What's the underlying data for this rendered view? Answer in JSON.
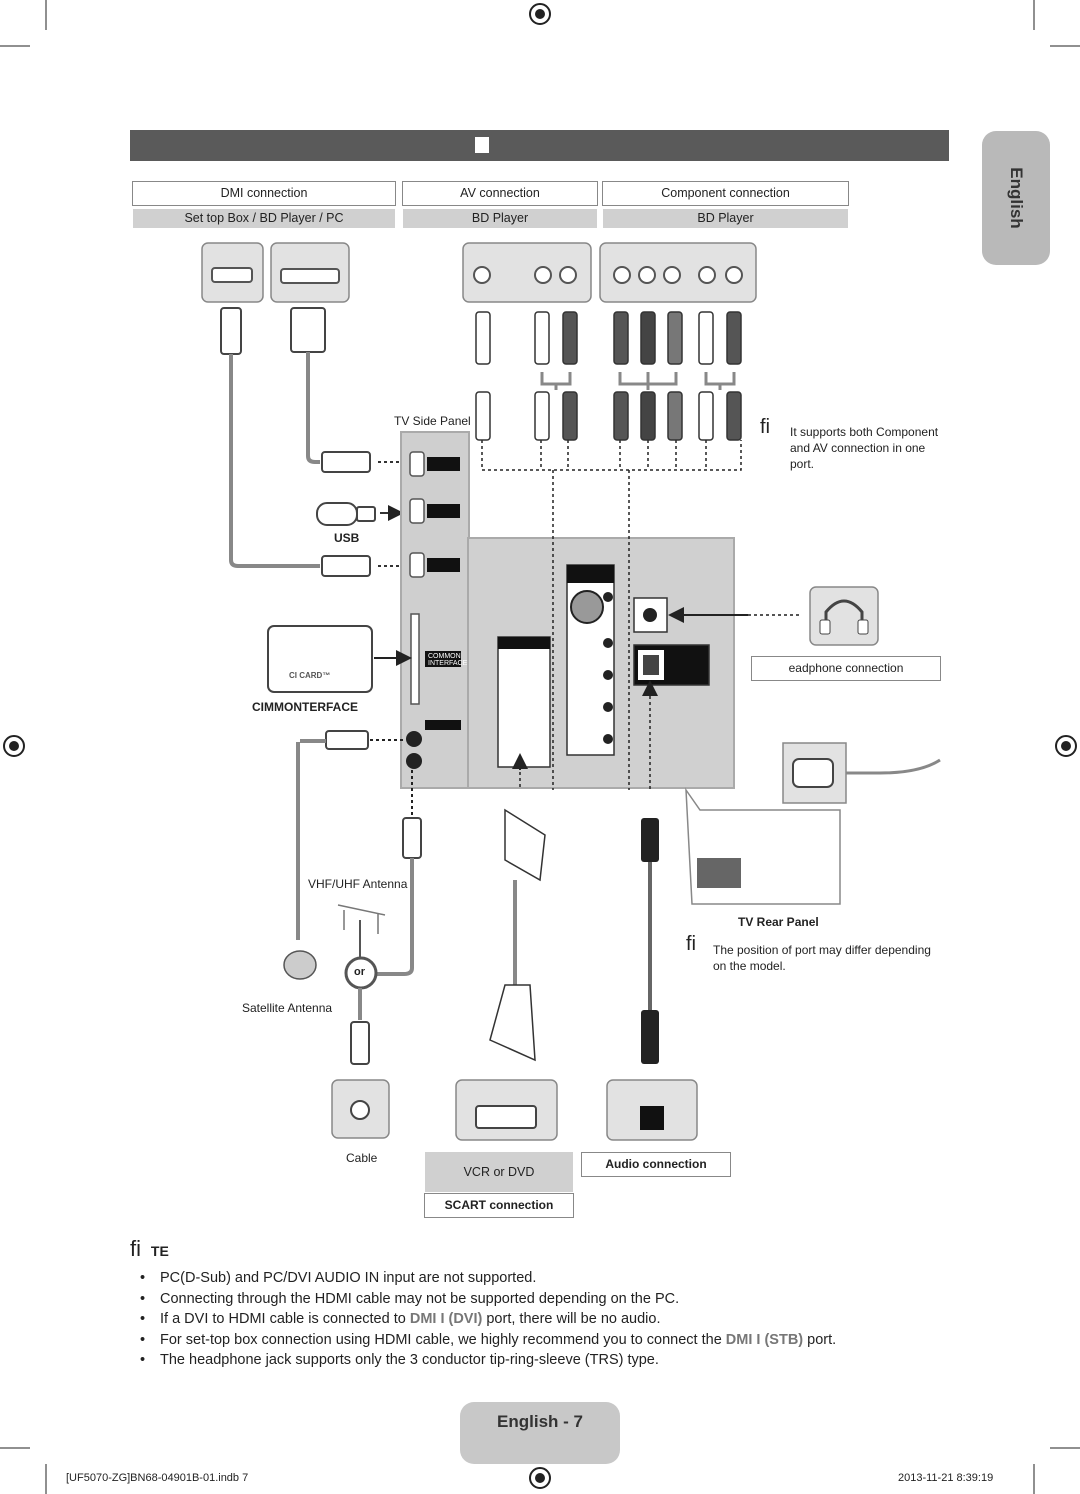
{
  "language_tab": "English",
  "connections": {
    "hdmi": {
      "title": "DMI connection",
      "sub": "Set top Box / BD Player / PC"
    },
    "av": {
      "title": "AV connection",
      "sub": "BD Player"
    },
    "component": {
      "title": "Component connection",
      "sub": "BD Player"
    }
  },
  "labels": {
    "tv_side_panel": "TV Side Panel",
    "usb": "USB",
    "common_interface": "CIMMONTERFACE",
    "ci_card": "CI CARD™",
    "common_interface_port": "COMMON INTERFACE",
    "vhf_uhf_antenna": "VHF/UHF Antenna",
    "or": "or",
    "satellite_antenna": "Satellite Antenna",
    "cable": "Cable",
    "vcr_or_dvd": "VCR or DVD",
    "scart_connection": "SCART connection",
    "audio_connection": "Audio connection",
    "headphone_connection": "eadphone connection",
    "tv_rear_panel": "TV Rear Panel"
  },
  "side_notes": {
    "component_av": "It supports both Component and AV connection in one port.",
    "port_position": "The position of port may differ depending on the model."
  },
  "notes": {
    "heading": "TE",
    "items": [
      {
        "parts": [
          "PC(D-Sub) and PC/DVI AUDIO IN input are not supported."
        ]
      },
      {
        "parts": [
          "Connecting through the HDMI cable may not be supported depending on the PC."
        ]
      },
      {
        "parts": [
          "If a DVI to HDMI cable is connected to ",
          "DMI I (DVI)",
          " port, there will be no audio."
        ]
      },
      {
        "parts": [
          "For set-top box connection using HDMI cable, we highly recommend you to connect the ",
          "DMI I (STB)",
          " port."
        ]
      },
      {
        "parts": [
          "The headphone jack supports only the 3 conductor tip-ring-sleeve (TRS) type."
        ]
      }
    ]
  },
  "footer": {
    "page_label": "English - 7",
    "file_info": "[UF5070-ZG]BN68-04901B-01.indb   7",
    "date_info": "2013-11-21   8:39:19"
  },
  "colors": {
    "header_bar": "#5a5a5a",
    "tab": "#b9b9b9",
    "emphasis": "#777777"
  }
}
